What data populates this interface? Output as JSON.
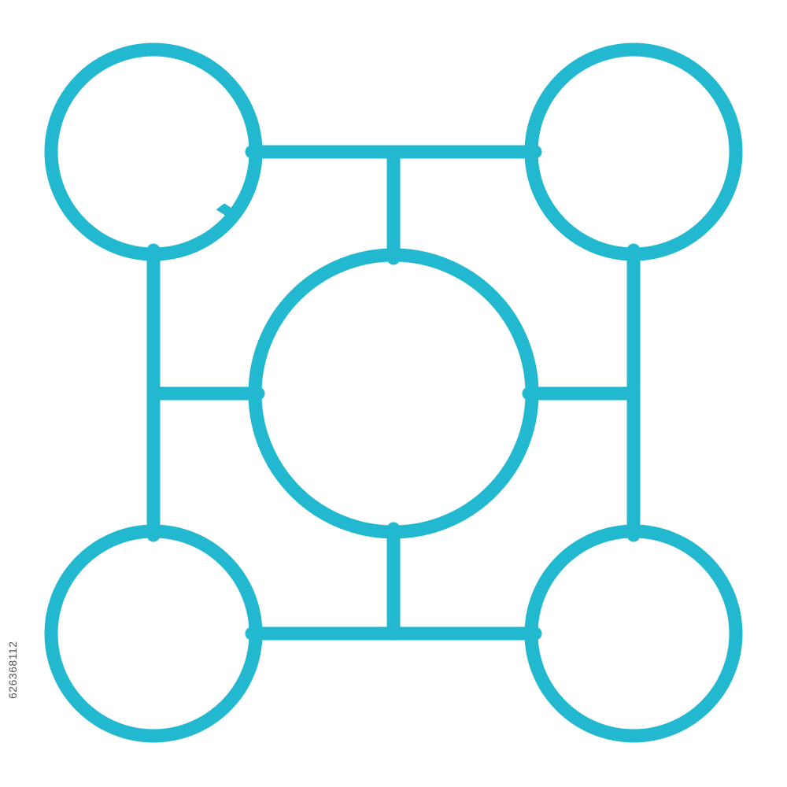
{
  "icon": {
    "name": "user-network-icon",
    "stroke_color": "#22b8cf",
    "background_color": "#ffffff",
    "nodes": [
      "center",
      "top-left",
      "top-right",
      "bottom-left",
      "bottom-right"
    ]
  },
  "watermark": {
    "stock_id": "626368112"
  }
}
